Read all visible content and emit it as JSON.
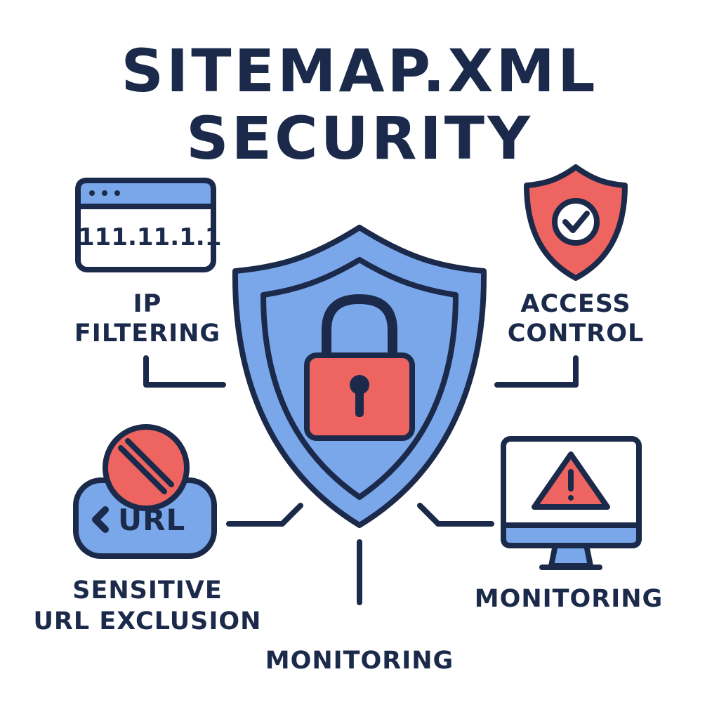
{
  "title": {
    "line1": "SITEMAP.XML",
    "line2": "SECURITY"
  },
  "ip_filtering": {
    "label_line1": "IP",
    "label_line2": "FILTERING",
    "address": "111.11.1.1"
  },
  "access_control": {
    "label_line1": "ACCESS",
    "label_line2": "CONTROL"
  },
  "sensitive_url": {
    "label_line1": "SENSITIVE",
    "label_line2": "URL EXCLUSION",
    "tag": "URL"
  },
  "monitoring_right": {
    "label": "MONITORING"
  },
  "monitoring_bottom": {
    "label": "MONITORING"
  },
  "colors": {
    "navy": "#1b2a4a",
    "blue": "#7aa7ea",
    "red": "#ee6461",
    "white": "#ffffff"
  },
  "icons": [
    "browser-window-icon",
    "shield-check-icon",
    "shield-icon",
    "padlock-icon",
    "no-entry-icon",
    "url-badge-icon",
    "monitor-warning-icon"
  ]
}
